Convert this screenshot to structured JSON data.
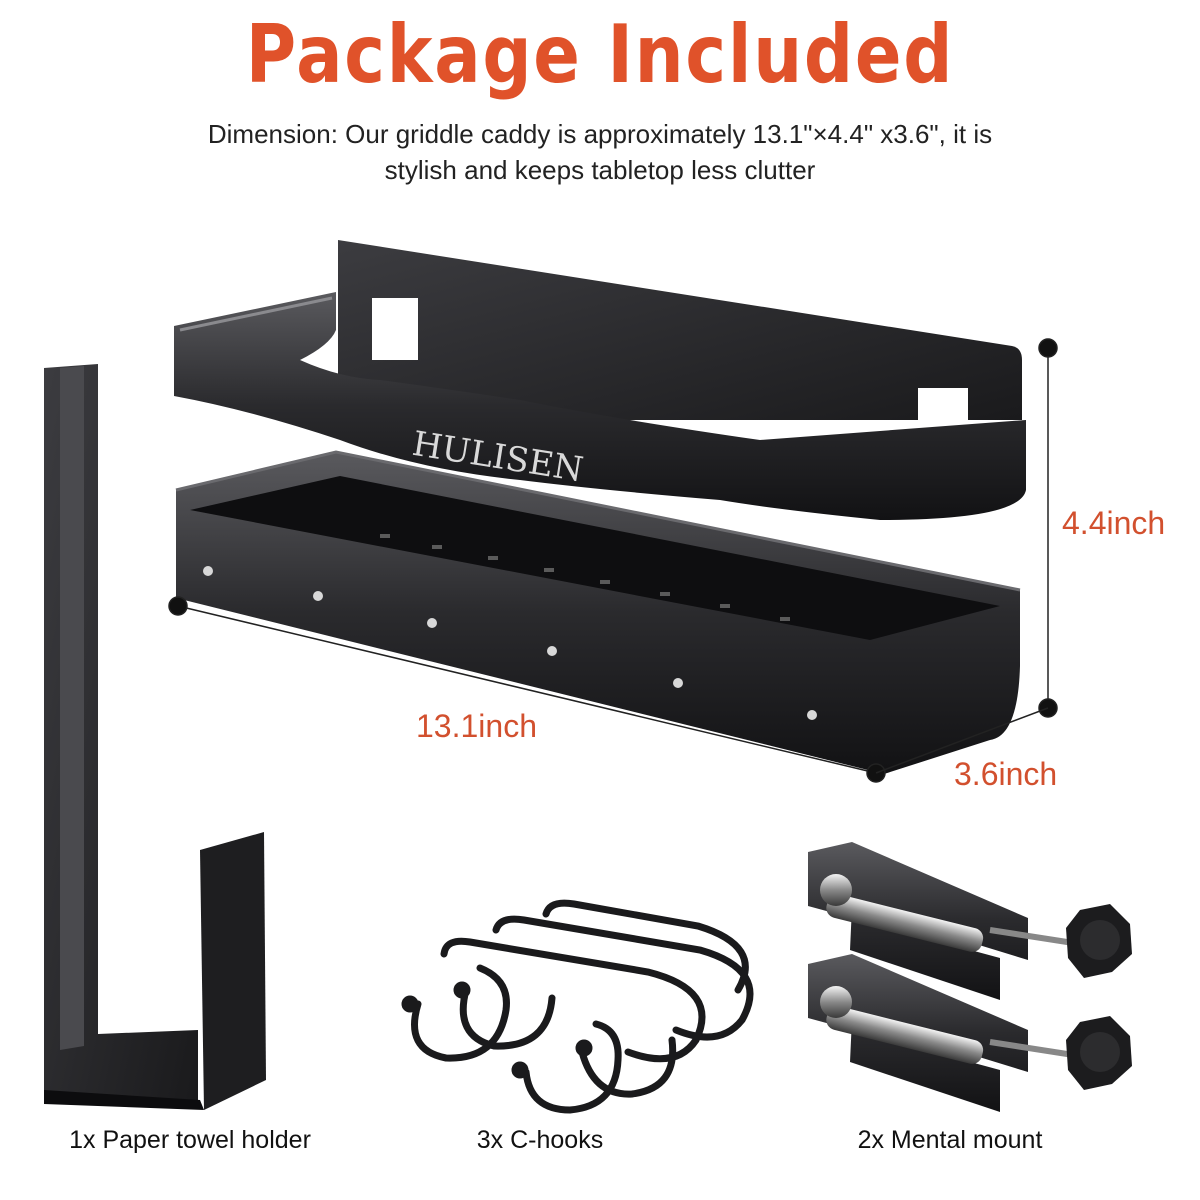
{
  "header": {
    "title": "Package Included",
    "description_line1": "Dimension: Our griddle caddy is approximately 13.1\"×4.4\" x3.6\", it is",
    "description_line2": "stylish and keeps tabletop less clutter"
  },
  "product": {
    "brand": "HULISEN",
    "dimensions": {
      "length": "13.1inch",
      "height": "4.4inch",
      "depth": "3.6inch"
    }
  },
  "items": [
    {
      "label": "1x Paper towel holder",
      "icon": "paper-towel-holder-icon"
    },
    {
      "label": "3x C-hooks",
      "icon": "c-hooks-icon"
    },
    {
      "label": "2x Mental mount",
      "icon": "metal-mount-icon"
    }
  ],
  "colors": {
    "title": "#e0522a",
    "dimension_text": "#d2502e",
    "metal": "#1c1c1e"
  }
}
